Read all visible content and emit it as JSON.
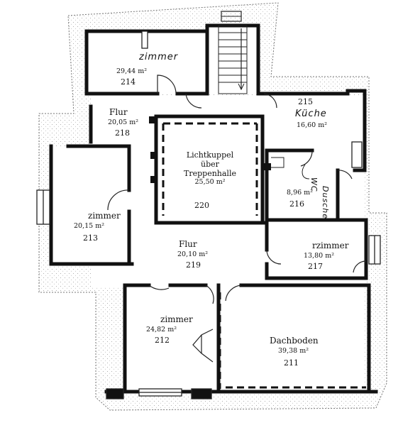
{
  "rooms": [
    {
      "id": "214",
      "name": "zimmer",
      "area": "29,44 m²",
      "number": "214"
    },
    {
      "id": "218",
      "name": "Flur",
      "area": "20,05 m²",
      "number": "218"
    },
    {
      "id": "215",
      "name": "Küche",
      "area": "16,60 m²",
      "number": "215"
    },
    {
      "id": "220",
      "name_lines": [
        "Lichtkuppel",
        "über",
        "Treppenhalle"
      ],
      "area": "25,50 m²",
      "number": "220"
    },
    {
      "id": "216",
      "name": "",
      "area": "8,96 m²",
      "number": "216"
    },
    {
      "id": "213",
      "name": "zimmer",
      "area": "20,15 m²",
      "number": "213"
    },
    {
      "id": "219",
      "name": "Flur",
      "area": "20,10 m²",
      "number": "219"
    },
    {
      "id": "217",
      "name": "rzimmer",
      "area": "13,80 m²",
      "number": "217"
    },
    {
      "id": "212",
      "name": "zimmer",
      "area": "24,82 m²",
      "number": "212"
    },
    {
      "id": "211",
      "name": "Dachboden",
      "area": "39,38 m²",
      "number": "211"
    }
  ],
  "handwritten": {
    "214": "zimmer",
    "215": "Küche",
    "216a": "WC",
    "216b": "Dusche"
  }
}
